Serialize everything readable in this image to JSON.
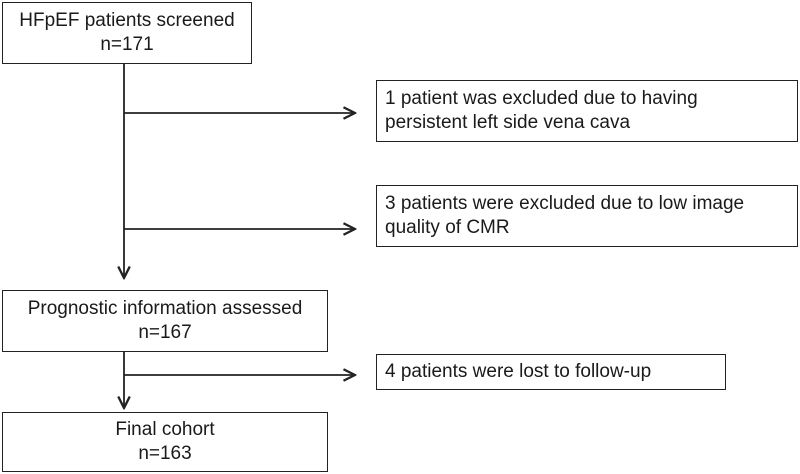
{
  "boxes": {
    "screened": {
      "line1": "HFpEF patients screened",
      "line2": "n=171"
    },
    "excluded_vena_cava": {
      "line1": "1 patient was excluded due to having",
      "line2": "persistent left side vena cava"
    },
    "excluded_image_quality": {
      "line1": "3 patients were excluded due to low image",
      "line2": "quality of CMR"
    },
    "prognostic": {
      "line1": "Prognostic information assessed",
      "line2": "n=167"
    },
    "lost_followup": {
      "line1": "4 patients were lost to follow-up"
    },
    "final": {
      "line1": "Final cohort",
      "line2": "n=163"
    }
  }
}
